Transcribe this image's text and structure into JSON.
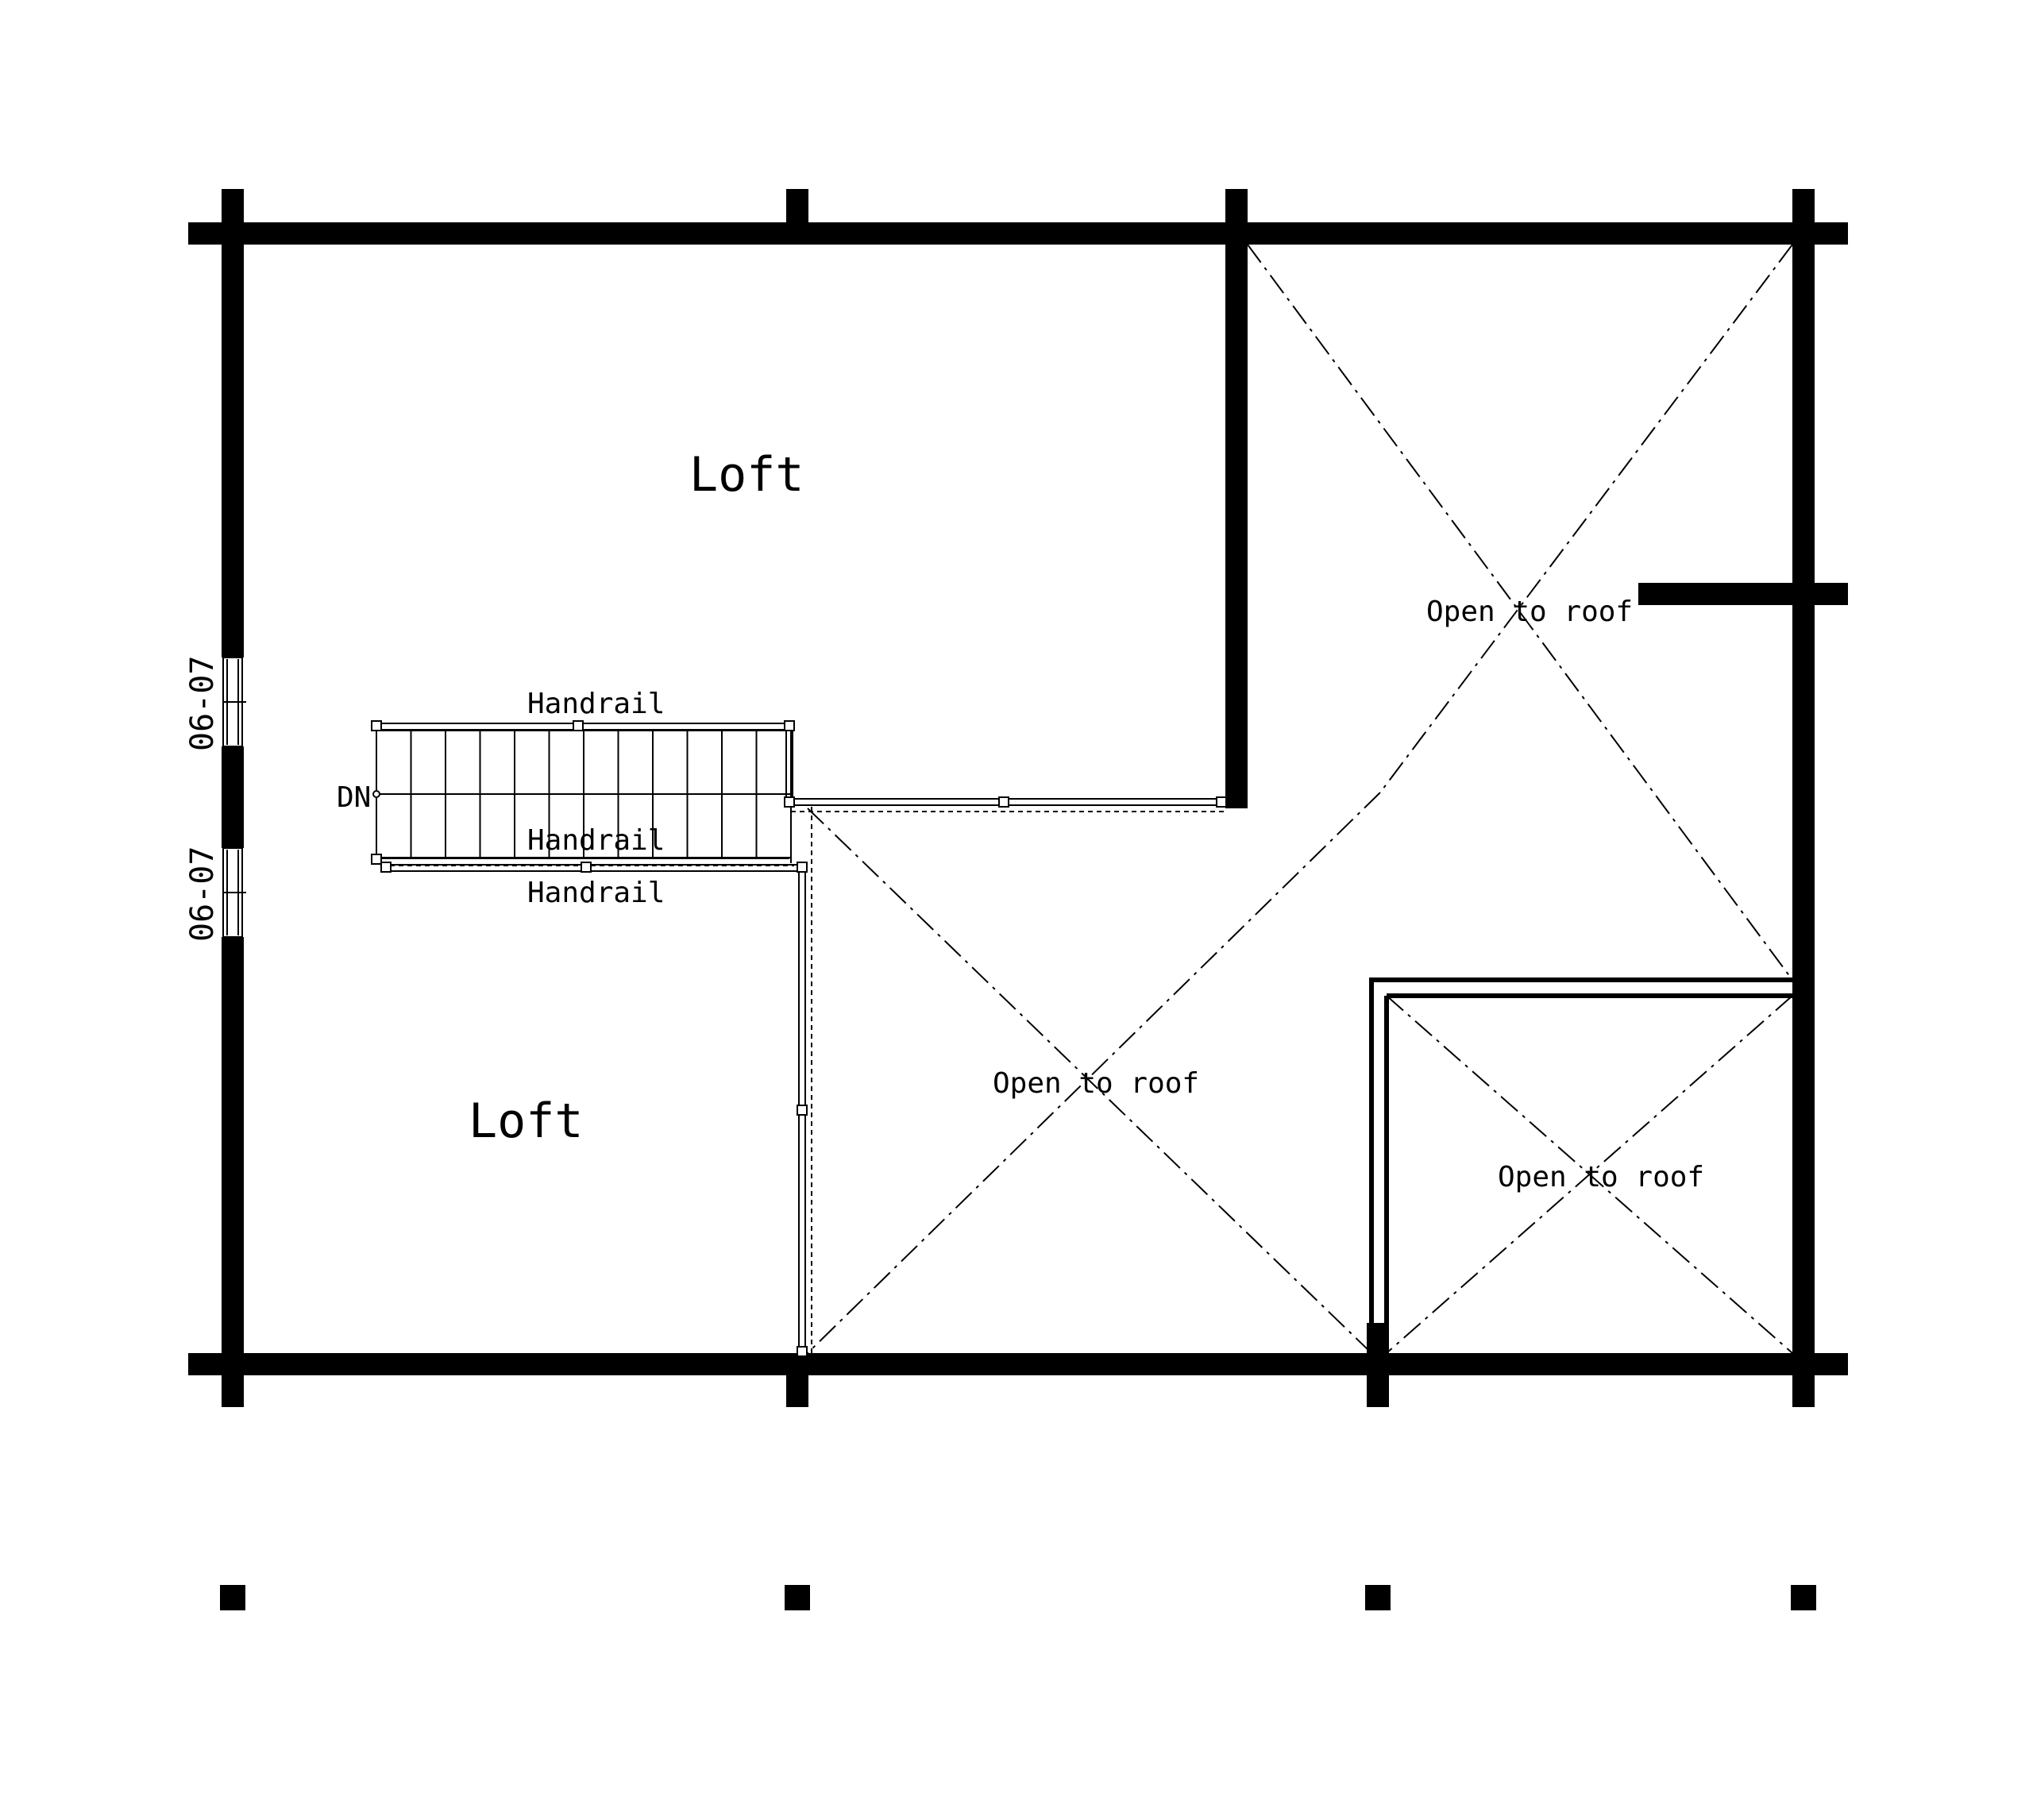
{
  "plan": {
    "rooms": [
      {
        "label": "Loft"
      },
      {
        "label": "Loft"
      }
    ],
    "open_areas": [
      {
        "label": "Open to roof"
      },
      {
        "label": "Open to roof"
      },
      {
        "label": "Open to roof"
      }
    ],
    "handrails": [
      {
        "label": "Handrail"
      },
      {
        "label": "Handrail"
      },
      {
        "label": "Handrail"
      }
    ],
    "stair_label": "DN",
    "windows": [
      {
        "label": "06-07"
      },
      {
        "label": "06-07"
      }
    ]
  }
}
